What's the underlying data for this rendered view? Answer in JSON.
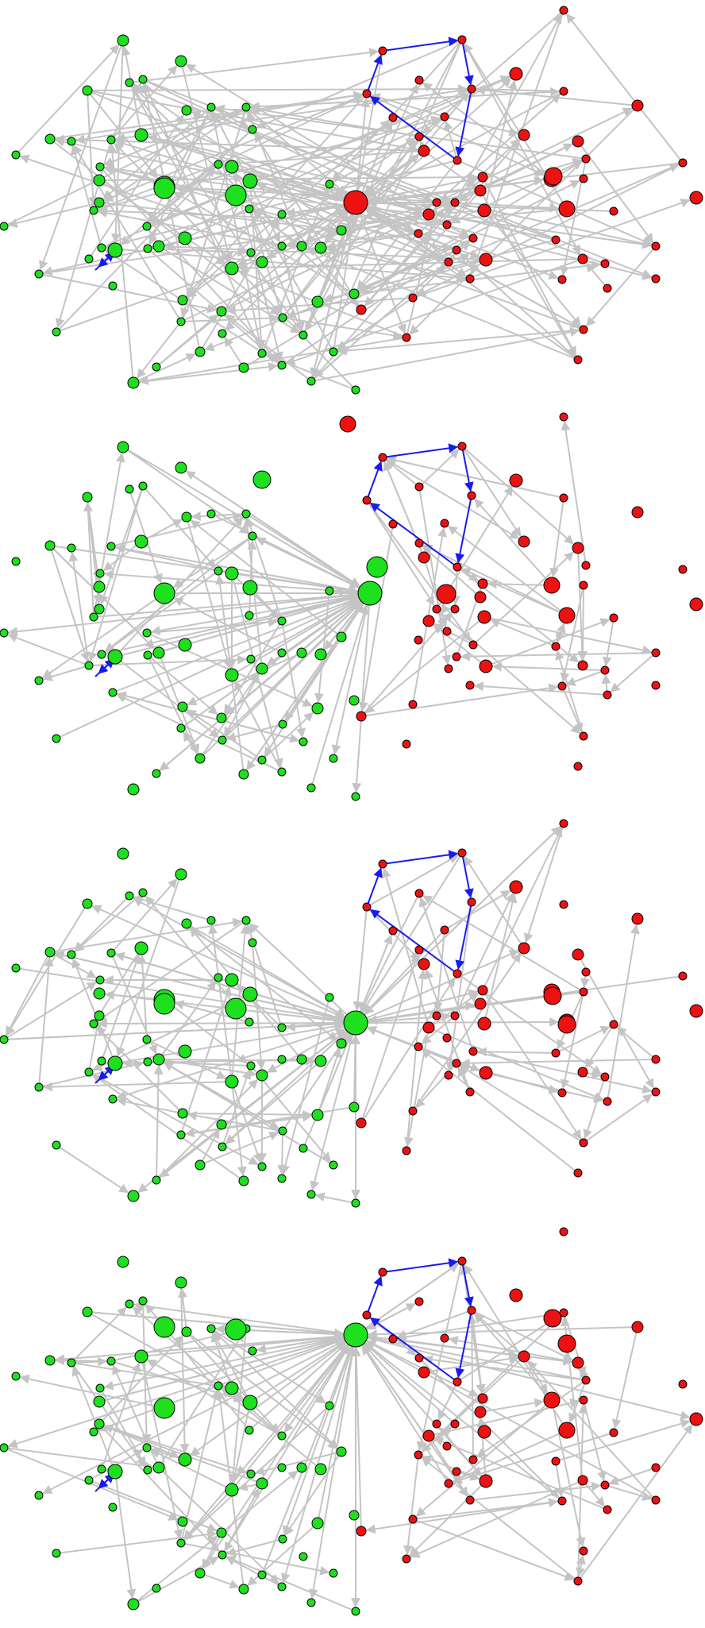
{
  "colors": {
    "group_a": "#1ee01e",
    "group_b": "#ee1111",
    "edge": "#c4c4c4",
    "highlight_edge": "#1a1aee",
    "node_outline": "#000000"
  },
  "panels": [
    {
      "id": "panel-1",
      "hub": "red-center",
      "description_visible": false
    },
    {
      "id": "panel-2",
      "hub": "green-right",
      "description_visible": false
    },
    {
      "id": "panel-3",
      "hub": "green-center",
      "description_visible": false
    },
    {
      "id": "panel-4",
      "hub": "green-center",
      "description_visible": false
    }
  ]
}
